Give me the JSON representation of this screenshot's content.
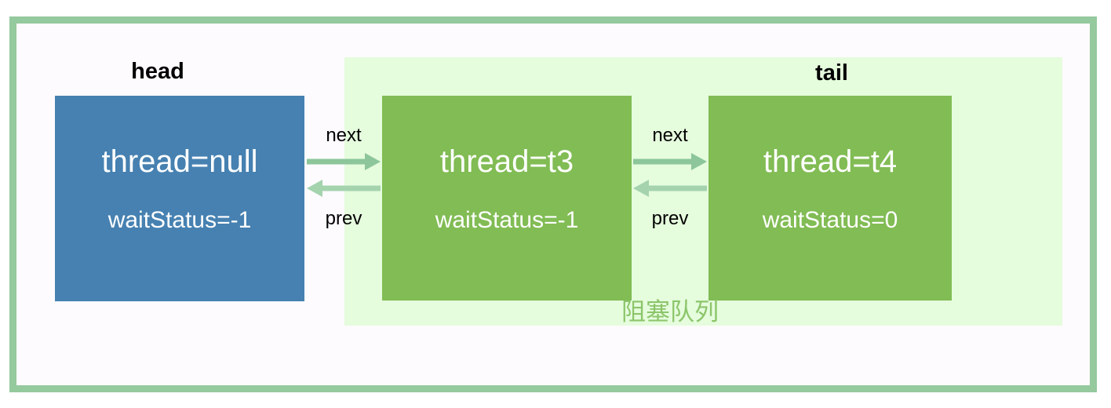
{
  "diagram": {
    "head_label": "head",
    "tail_label": "tail",
    "queue_label": "阻塞队列",
    "nodes": [
      {
        "thread": "thread=null",
        "wait_status": "waitStatus=-1"
      },
      {
        "thread": "thread=t3",
        "wait_status": "waitStatus=-1"
      },
      {
        "thread": "thread=t4",
        "wait_status": "waitStatus=0"
      }
    ],
    "links": [
      {
        "next_label": "next",
        "prev_label": "prev"
      },
      {
        "next_label": "next",
        "prev_label": "prev"
      }
    ],
    "colors": {
      "frame-border": "#95C99E",
      "canvas-bg": "#FDFBFE",
      "queue-bg": "#E5FCDD",
      "node-head-bg": "#4681B1",
      "node-green-bg": "#81BC54",
      "node-text": "#FFFFFF",
      "arrow-next": "#8CC69A",
      "arrow-prev": "#A4D3AE",
      "caption-text": "#8CC56A",
      "label-text": "#000000"
    }
  }
}
